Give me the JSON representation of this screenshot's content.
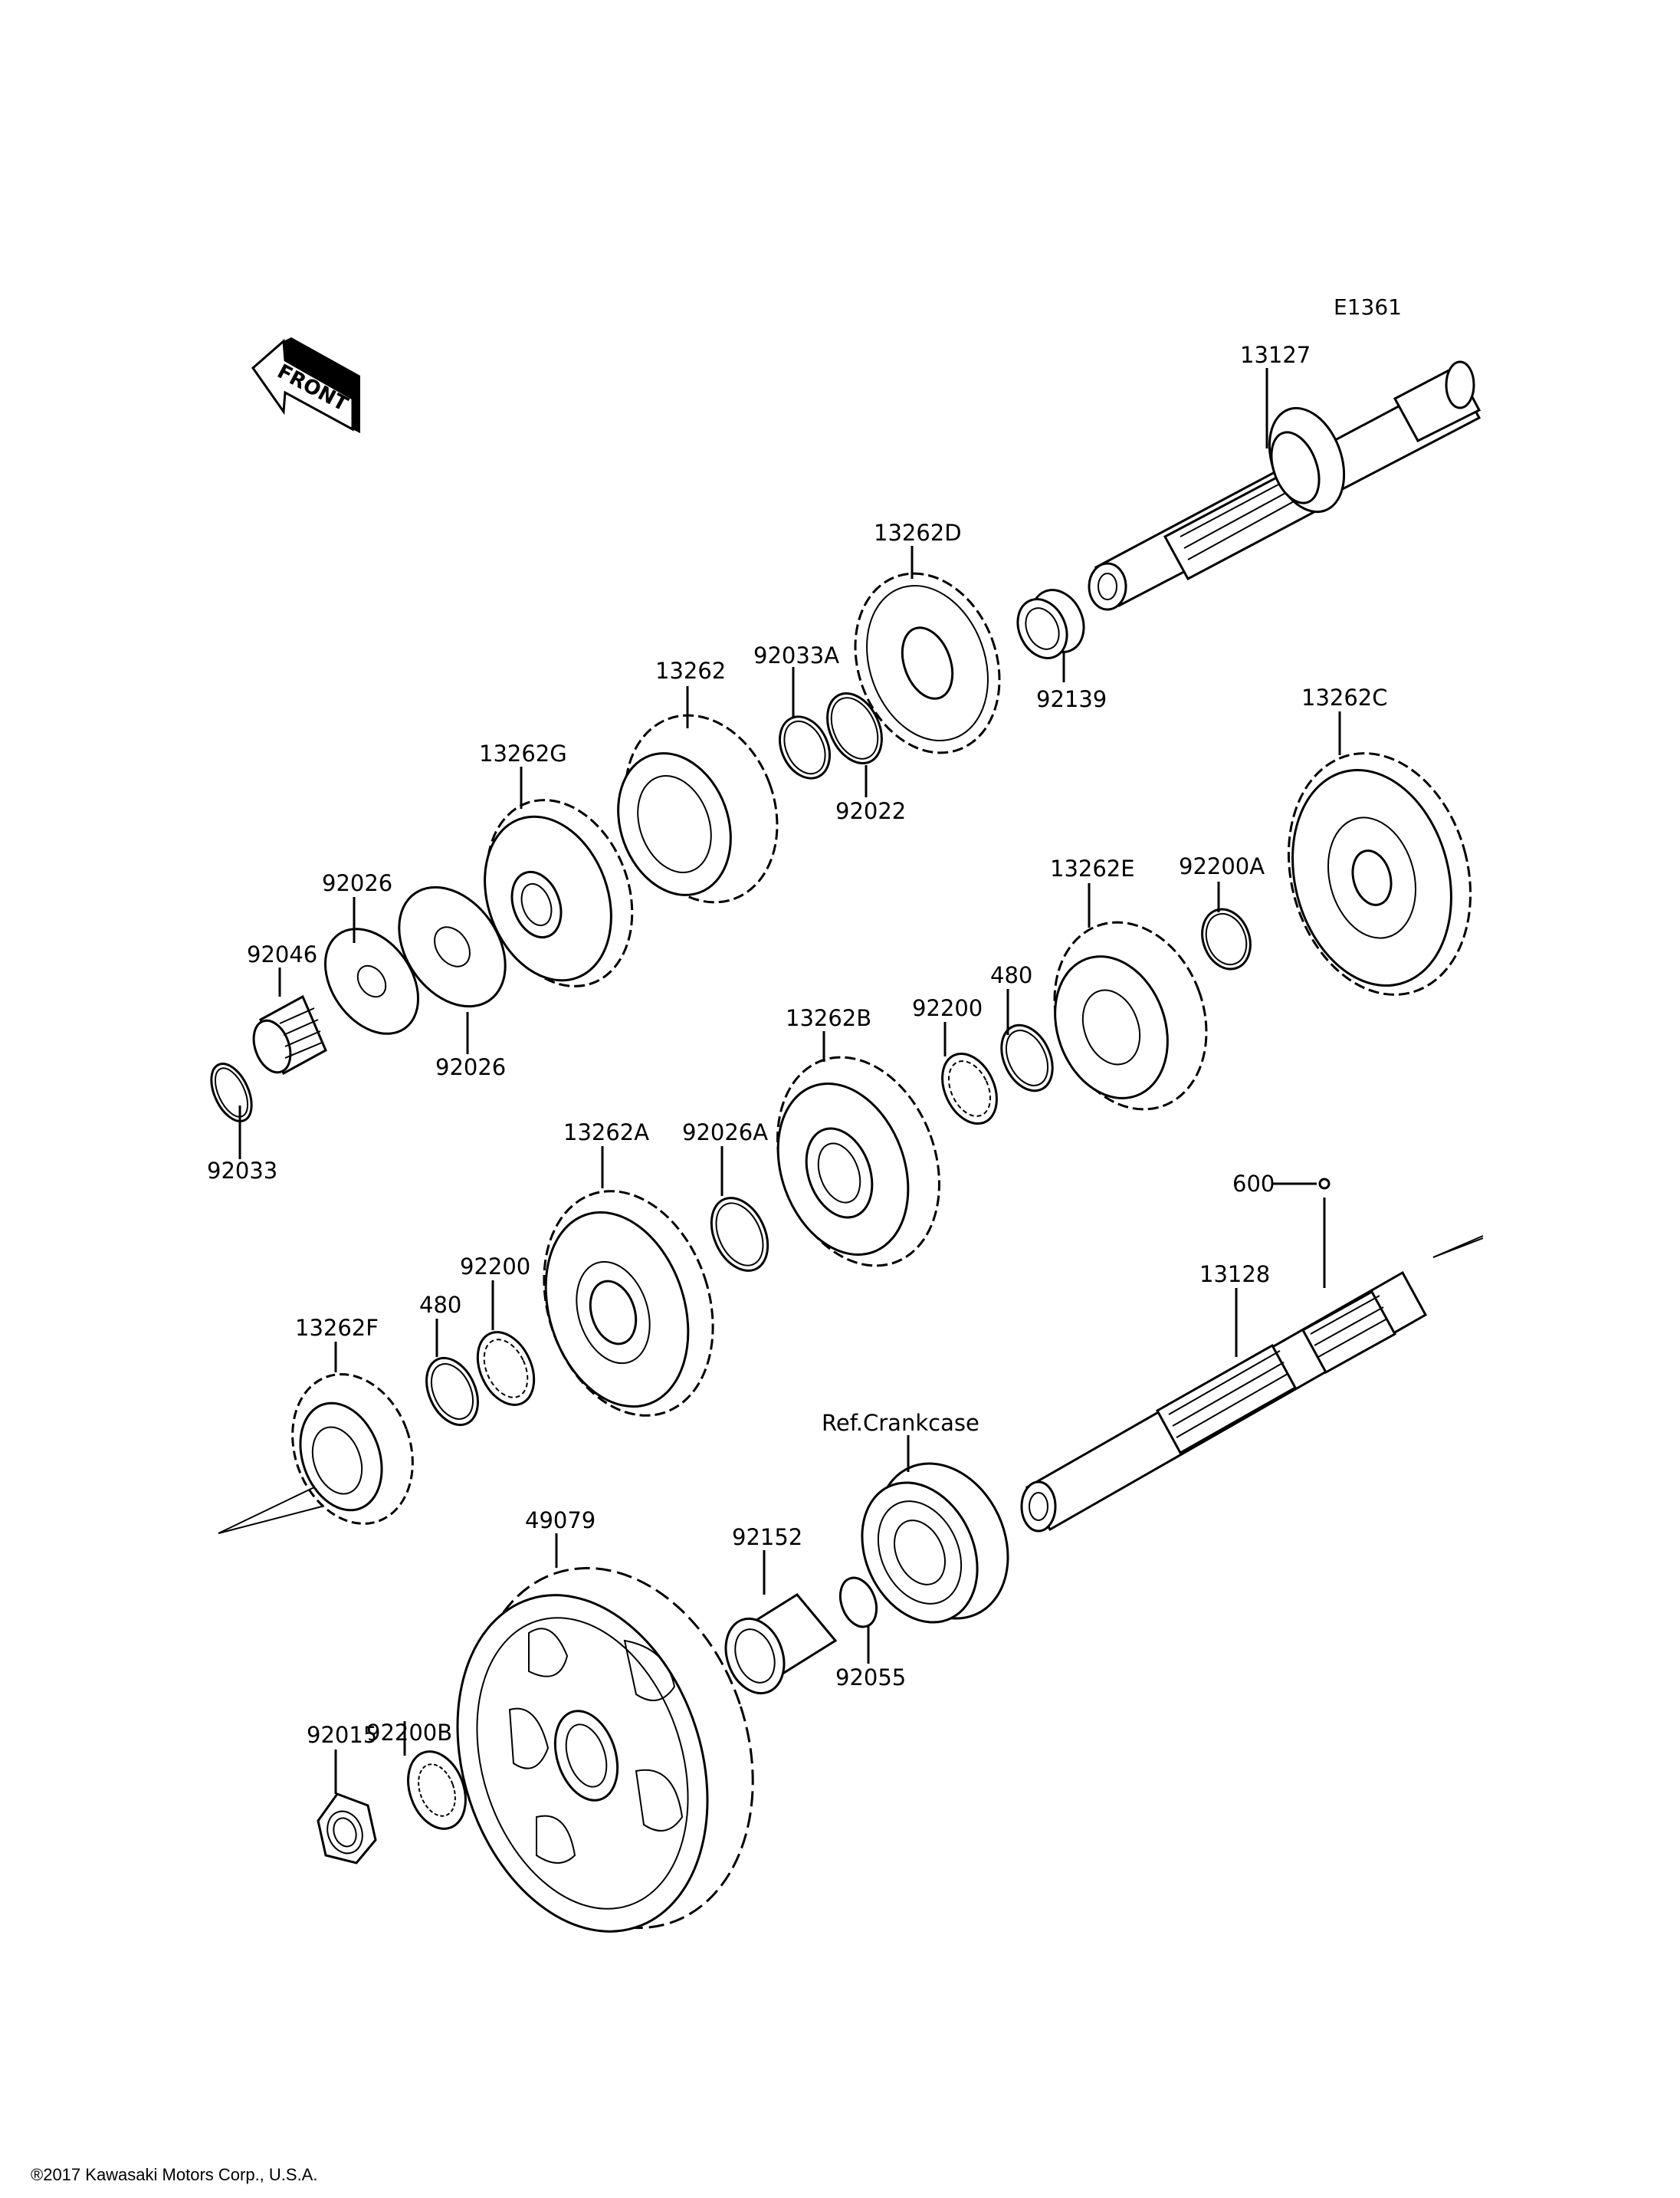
{
  "diagram": {
    "id": "E1361",
    "front_indicator": "FRONT",
    "copyright": "®2017 Kawasaki Motors Corp., U.S.A.",
    "reference_labels": {
      "crankcase": "Ref.Crankcase"
    },
    "parts": {
      "p13127": "13127",
      "p13262D": "13262D",
      "p92139": "92139",
      "p92033A": "92033A",
      "p92022": "92022",
      "p13262": "13262",
      "p13262G": "13262G",
      "p13262C": "13262C",
      "p92026_top": "92026",
      "p92026_bottom": "92026",
      "p92046": "92046",
      "p92033": "92033",
      "p13262E": "13262E",
      "p92200A": "92200A",
      "p480_upper": "480",
      "p92200_upper": "92200",
      "p13262B": "13262B",
      "p92026A": "92026A",
      "p13262A": "13262A",
      "p92200_lower": "92200",
      "p480_lower": "480",
      "p13262F": "13262F",
      "p600": "600",
      "p13128": "13128",
      "p49079": "49079",
      "p92152": "92152",
      "p92055": "92055",
      "p92200B": "92200B",
      "p92015": "92015"
    }
  }
}
